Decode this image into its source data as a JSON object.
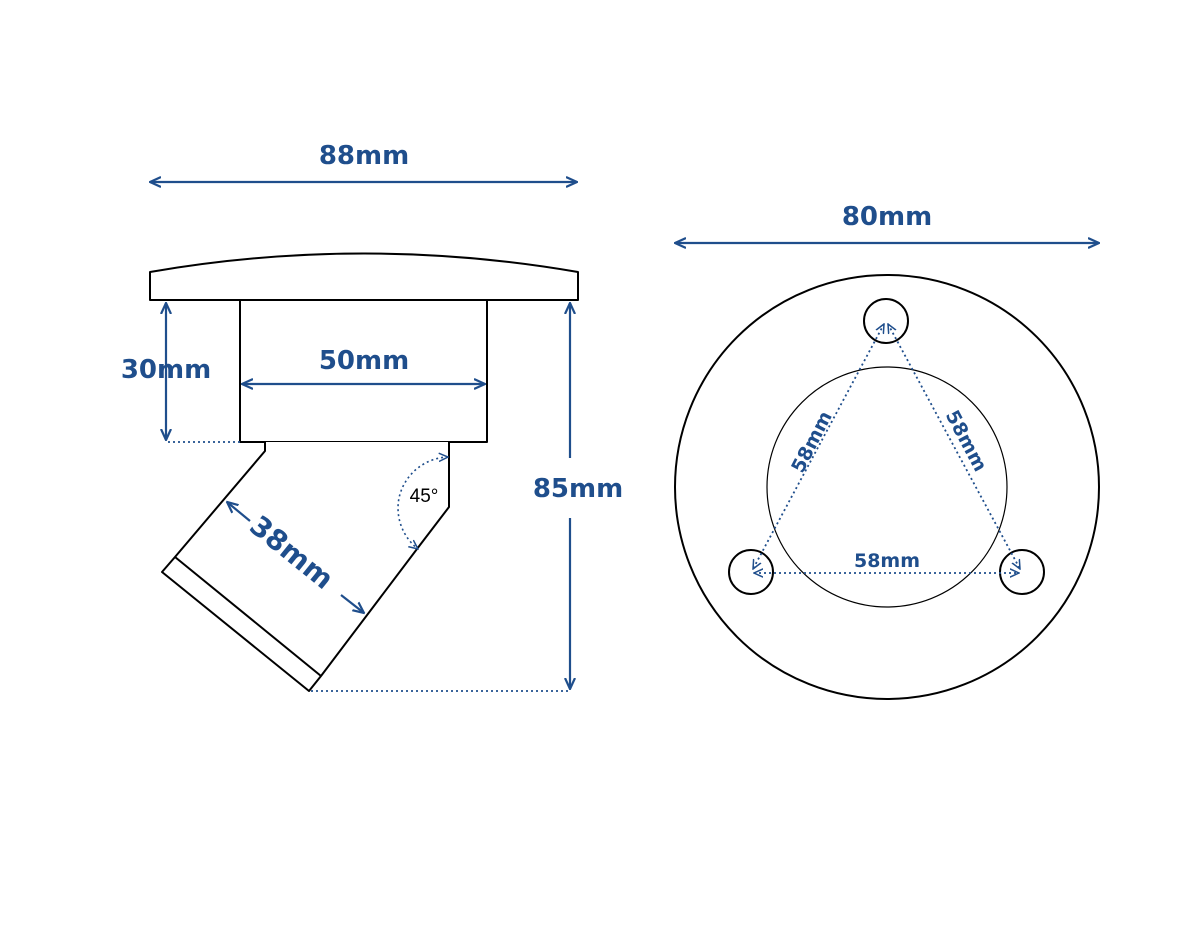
{
  "side_view": {
    "overall_width": "88mm",
    "body_height": "30mm",
    "body_width": "50mm",
    "head_length": "38mm",
    "tilt_angle": "45°",
    "overall_height": "85mm"
  },
  "base_view": {
    "diameter": "80mm",
    "hole_spacing_left": "58mm",
    "hole_spacing_right": "58mm",
    "hole_spacing_bottom": "58mm"
  },
  "colors": {
    "dimension": "#1f4e8c",
    "outline": "#000000"
  }
}
